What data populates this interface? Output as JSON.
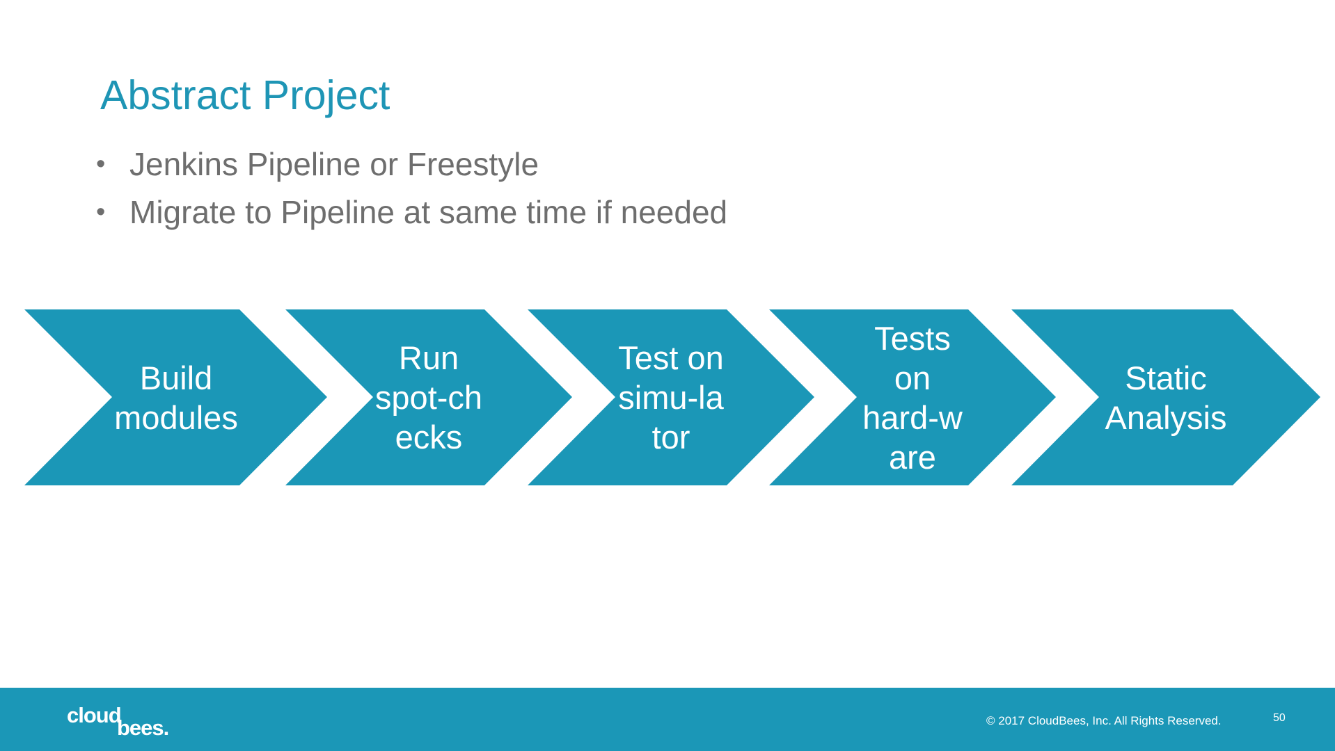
{
  "slide": {
    "title": "Abstract Project",
    "bullet_symbol": "•",
    "bullets": [
      "Jenkins Pipeline or Freestyle",
      "Migrate to Pipeline at same time if needed"
    ],
    "process_steps": [
      "Build\nmodules",
      "Run\nspot-ch\necks",
      "Test on\nsimu-la\ntor",
      "Tests\non\nhard-w\nare",
      "Static\nAnalysis"
    ]
  },
  "footer": {
    "logo_text_cloud": "cloud",
    "logo_text_bees": "bees.",
    "copyright": "© 2017 CloudBees, Inc. All Rights Reserved.",
    "page_number": "50"
  },
  "colors": {
    "accent": "#1e95b5",
    "chevron": "#1b97b7",
    "footer_bg": "#1b97b7",
    "body_text": "#6e6e6e"
  }
}
